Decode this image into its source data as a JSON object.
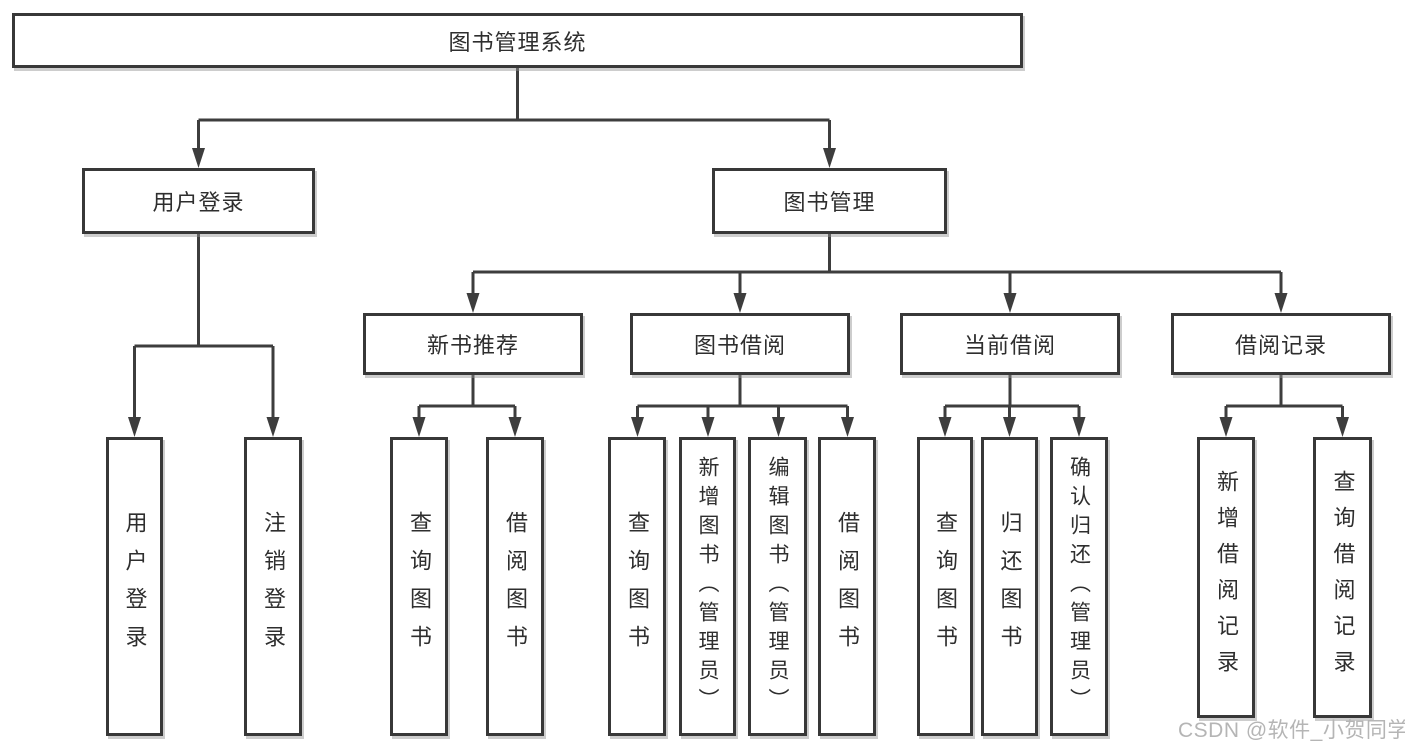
{
  "diagram": {
    "root": {
      "label": "图书管理系统"
    },
    "branches": [
      {
        "label": "用户登录",
        "children": [
          {
            "label": "用户登录"
          },
          {
            "label": "注销登录"
          }
        ]
      },
      {
        "label": "图书管理",
        "children": [
          {
            "label": "新书推荐",
            "children": [
              {
                "label": "查询图书"
              },
              {
                "label": "借阅图书"
              }
            ]
          },
          {
            "label": "图书借阅",
            "children": [
              {
                "label": "查询图书"
              },
              {
                "label": "新增图书（管理员）"
              },
              {
                "label": "编辑图书（管理员）"
              },
              {
                "label": "借阅图书"
              }
            ]
          },
          {
            "label": "当前借阅",
            "children": [
              {
                "label": "查询图书"
              },
              {
                "label": "归还图书"
              },
              {
                "label": "确认归还（管理员）"
              }
            ]
          },
          {
            "label": "借阅记录",
            "children": [
              {
                "label": "新增借阅记录"
              },
              {
                "label": "查询借阅记录"
              }
            ]
          }
        ]
      }
    ]
  },
  "watermark": {
    "text": "CSDN @软件_小贺同学"
  },
  "colors": {
    "line": "#3d3d3d",
    "box_border": "#383838",
    "box_fill": "#ffffff",
    "text": "#2e2e2e",
    "watermark": "#b5b5b5"
  }
}
